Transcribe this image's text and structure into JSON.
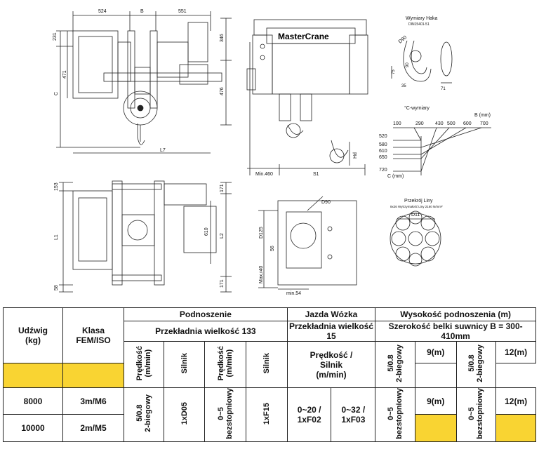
{
  "drawing": {
    "brand": "MasterCrane",
    "dims_top": [
      "524",
      "B",
      "551"
    ],
    "dims_left": [
      "231",
      "471",
      "C"
    ],
    "dims_right": [
      "346",
      "476"
    ],
    "dim_l7": "L7",
    "dim_min460": "Min.460",
    "dim_s1": "S1",
    "dim_hd": "Hd",
    "plan_left": [
      "153",
      "L1",
      "58"
    ],
    "plan_right": [
      "171",
      "610",
      "L2",
      "171"
    ],
    "detail_labels": [
      "D90",
      "D125",
      "56",
      "Max.r40",
      "min.54"
    ],
    "hook_title": "Wymiary Haka",
    "hook_standard": "DIN15401-51",
    "hook_dims": [
      "D90",
      "90",
      "75",
      "35",
      "71"
    ],
    "c_title": "°C-wymiary",
    "c_b_label": "B (mm)",
    "c_b_values": [
      "100",
      "290",
      "430",
      "500",
      "600",
      "700"
    ],
    "c_values": [
      "520",
      "580",
      "610",
      "650",
      "720"
    ],
    "c_axis_label": "C (mm)",
    "rope_title": "Przekrój Liny",
    "rope_spec": "8x26 Wytrzymałość Liny 2160 N/mm²",
    "rope_d": "D11"
  },
  "table": {
    "h_udzwig": "Udźwig\n(kg)",
    "h_klasa": "Klasa\nFEM/ISO",
    "h_podnoszenie": "Podnoszenie",
    "h_jazda": "Jazda Wózka",
    "h_wysokosc": "Wysokość podnoszenia (m)",
    "h_przekladnia133": "Przekładnia wielkość 133",
    "h_przekladnia15": "Przekładnia wielkość 15",
    "h_szerokosc": "Szerokość belki suwnicy B = 300-410mm",
    "h_predkosc": "Prędkość\n(m/min)",
    "h_silnik": "Silnik",
    "h_predkosc_silnik": "Prędkość /\nSilnik\n(m/min)",
    "h_5_08": "5/0.8\n2-biegowy",
    "h_9m": "9(m)",
    "h_12m": "12(m)",
    "rows": [
      {
        "udzwig": "8000",
        "klasa": "3m/M6"
      },
      {
        "udzwig": "10000",
        "klasa": "2m/M5"
      }
    ],
    "lift_speed": "5/0.8\n2-biegowy",
    "lift_motor": "1xD05",
    "lift_speed2": "0~5\nbezstopniowy",
    "lift_motor2": "1xF15",
    "trolley_1": "0~20 /\n1xF02",
    "trolley_2": "0~32 /\n1xF03",
    "var_0_5": "0~5\nbezstopniowy",
    "b_9m": "9(m)",
    "b_12m": "12(m)",
    "highlight_color": "#f9d432"
  }
}
